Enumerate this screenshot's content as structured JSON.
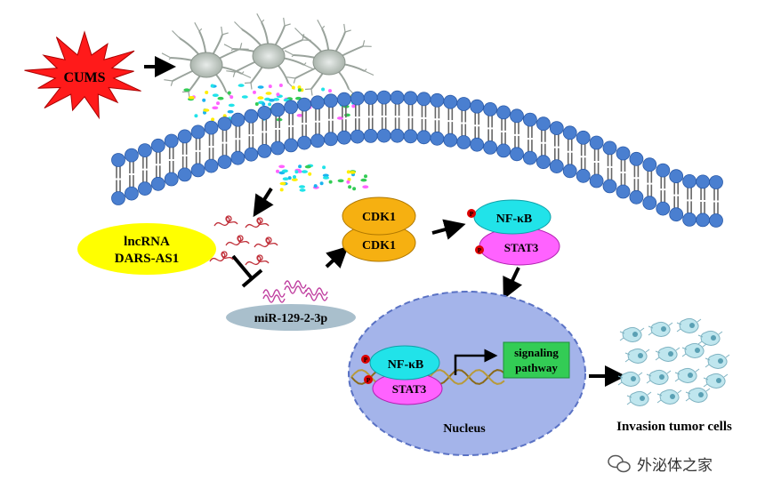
{
  "stimulus": {
    "label": "CUMS"
  },
  "lncrna": {
    "line1": "lncRNA",
    "line2": "DARS-AS1"
  },
  "mirna": {
    "label": "miR-129-2-3p"
  },
  "cdk1": {
    "top": "CDK1",
    "bottom": "CDK1"
  },
  "cytoplasm": {
    "nfkb": "NF-κB",
    "stat3": "STAT3",
    "phospho": "P"
  },
  "nucleus": {
    "label": "Nucleus",
    "nfkb": "NF-κB",
    "stat3": "STAT3",
    "phospho": "P",
    "signaling_line1": "signaling",
    "signaling_line2": "pathway"
  },
  "outcome": {
    "label": "Invasion tumor cells"
  },
  "watermark": {
    "text": "外泌体之家"
  },
  "colors": {
    "stimulus": "#ff1a1a",
    "membrane_head": "#4a7fd0",
    "lncrna": "#ffff00",
    "mirna": "#a9bfcc",
    "cdk1": "#f6b011",
    "nfkb": "#21e3e9",
    "stat3": "#ff62ff",
    "nucleus": "#a4b4ea",
    "signaling": "#33cc55",
    "phospho": "#dd0000"
  }
}
